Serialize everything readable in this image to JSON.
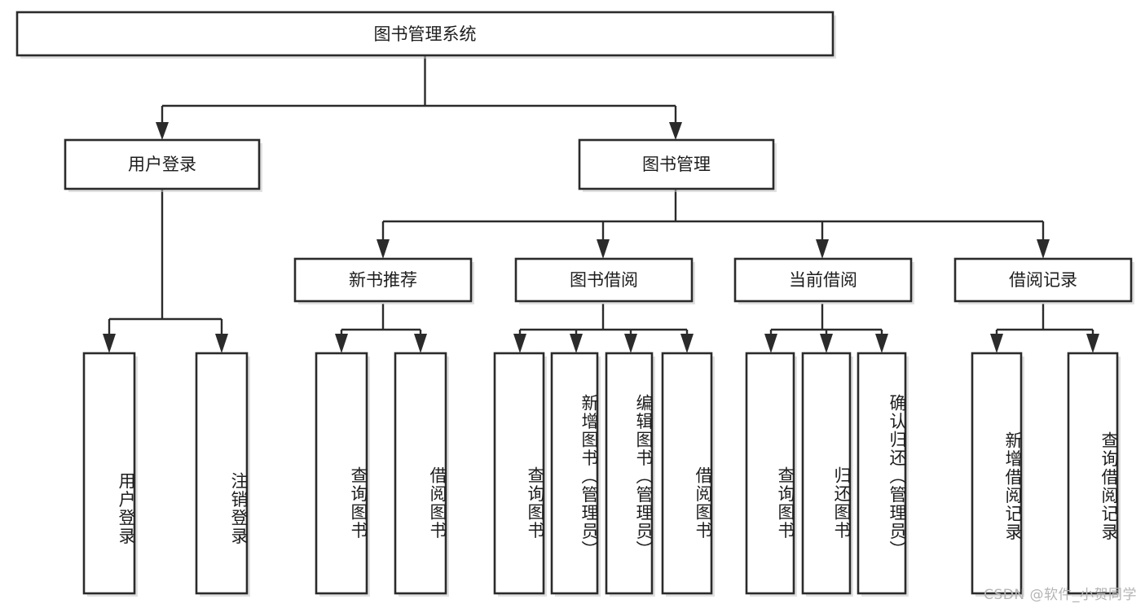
{
  "diagram": {
    "title": "图书管理系统",
    "type": "tree",
    "orientation": "top-down",
    "colors": {
      "box_stroke": "#2b2b2b",
      "box_fill": "#ffffff",
      "connector": "#2b2b2b",
      "text": "#1d1d1d",
      "background": "#ffffff",
      "watermark": "#b4b4b4"
    },
    "root": {
      "id": "root",
      "label": "图书管理系统"
    },
    "level2": [
      {
        "id": "user-login",
        "label": "用户登录"
      },
      {
        "id": "book-manage",
        "label": "图书管理"
      }
    ],
    "level3": [
      {
        "id": "new-book-recommend",
        "label": "新书推荐",
        "parent": "book-manage"
      },
      {
        "id": "book-borrow",
        "label": "图书借阅",
        "parent": "book-manage"
      },
      {
        "id": "current-borrow",
        "label": "当前借阅",
        "parent": "book-manage"
      },
      {
        "id": "borrow-record",
        "label": "借阅记录",
        "parent": "book-manage"
      }
    ],
    "leaves": [
      {
        "id": "leaf-user-login",
        "label": "用户登录",
        "parent": "user-login"
      },
      {
        "id": "leaf-user-logout",
        "label": "注销登录",
        "parent": "user-login"
      },
      {
        "id": "leaf-query-book-1",
        "label": "查询图书",
        "parent": "new-book-recommend"
      },
      {
        "id": "leaf-borrow-book-1",
        "label": "借阅图书",
        "parent": "new-book-recommend"
      },
      {
        "id": "leaf-query-book-2",
        "label": "查询图书",
        "parent": "book-borrow"
      },
      {
        "id": "leaf-add-book",
        "label": "新增图书（管理员）",
        "parent": "book-borrow"
      },
      {
        "id": "leaf-edit-book",
        "label": "编辑图书（管理员）",
        "parent": "book-borrow"
      },
      {
        "id": "leaf-borrow-book-2",
        "label": "借阅图书",
        "parent": "book-borrow"
      },
      {
        "id": "leaf-query-book-3",
        "label": "查询图书",
        "parent": "current-borrow"
      },
      {
        "id": "leaf-return-book",
        "label": "归还图书",
        "parent": "current-borrow"
      },
      {
        "id": "leaf-confirm-return",
        "label": "确认归还（管理员）",
        "parent": "current-borrow"
      },
      {
        "id": "leaf-add-record",
        "label": "新增借阅记录",
        "parent": "borrow-record"
      },
      {
        "id": "leaf-query-record",
        "label": "查询借阅记录",
        "parent": "borrow-record"
      }
    ],
    "watermark": "CSDN @软件_小贺同学"
  }
}
